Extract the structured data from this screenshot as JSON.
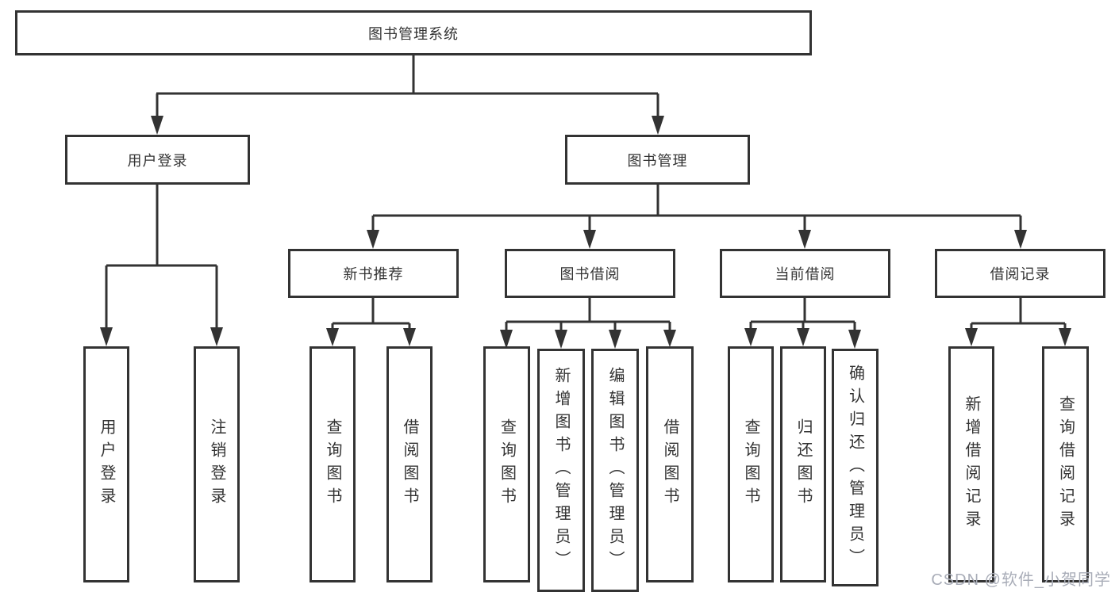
{
  "diagram": {
    "title": "图书管理系统",
    "watermark": "CSDN @软件_小贺同学",
    "colors": {
      "line": "#333333",
      "text": "#333333",
      "background": "#ffffff",
      "watermark": "#a9adb8"
    },
    "branches": [
      {
        "label": "用户登录",
        "children": [
          "用户登录",
          "注销登录"
        ]
      },
      {
        "label": "图书管理",
        "groups": [
          {
            "label": "新书推荐",
            "children": [
              "查询图书",
              "借阅图书"
            ]
          },
          {
            "label": "图书借阅",
            "children": [
              "查询图书",
              "新增图书（管理员）",
              "编辑图书（管理员）",
              "借阅图书"
            ]
          },
          {
            "label": "当前借阅",
            "children": [
              "查询图书",
              "归还图书",
              "确认归还（管理员）"
            ]
          },
          {
            "label": "借阅记录",
            "children": [
              "新增借阅记录",
              "查询借阅记录"
            ]
          }
        ]
      }
    ]
  }
}
